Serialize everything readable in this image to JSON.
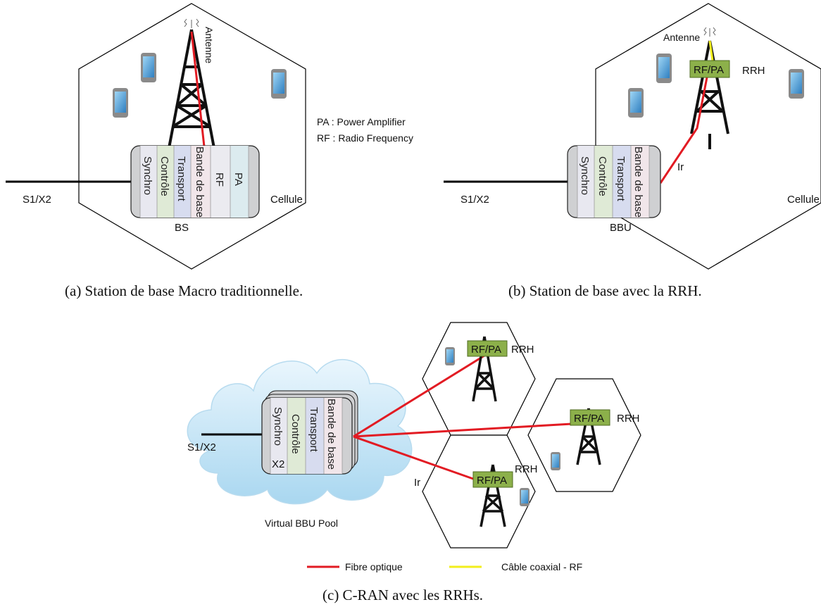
{
  "colors": {
    "fiber": "#e21b23",
    "coax": "#f2ee1c",
    "rf_box_fill": "#8cb04a",
    "rf_box_stroke": "#4f6b21",
    "layer_synchro": "#e8e8f0",
    "layer_controle": "#dfead6",
    "layer_transport": "#d7dcef",
    "layer_bande": "#f1e6ea",
    "layer_rf": "#ebebf0",
    "layer_pa": "#dcebef",
    "unit_shell": "#cfd0d2",
    "cloud": "#bde0f3"
  },
  "legend_abbrev": {
    "pa": "PA : Power Amplifier",
    "rf": "RF : Radio Frequency"
  },
  "panel_a": {
    "antenna": "Antenne",
    "s1x2": "S1/X2",
    "cell": "Cellule",
    "unit": "BS",
    "layers": [
      "Synchro",
      "Contrôle",
      "Transport",
      "Bande de base",
      "RF",
      "PA"
    ],
    "caption": "(a)  Station de base Macro traditionnelle."
  },
  "panel_b": {
    "antenna": "Antenne",
    "rfpa": "RF/PA",
    "rrh": "RRH",
    "ir": "Ir",
    "s1x2": "S1/X2",
    "cell": "Cellule",
    "unit": "BBU",
    "layers": [
      "Synchro",
      "Contrôle",
      "Transport",
      "Bande de base"
    ],
    "caption": "(b)  Station de base avec la RRH."
  },
  "panel_c": {
    "s1x2": "S1/X2",
    "pool": "Virtual BBU Pool",
    "x2": "X2",
    "ir": "Ir",
    "rfpa": "RF/PA",
    "rrh": "RRH",
    "layers": [
      "Synchro",
      "Contrôle",
      "Transport",
      "Bande de base"
    ],
    "legend_fiber": "Fibre optique",
    "legend_coax": "Câble coaxial - RF",
    "caption": "(c)  C-RAN avec les RRHs."
  }
}
